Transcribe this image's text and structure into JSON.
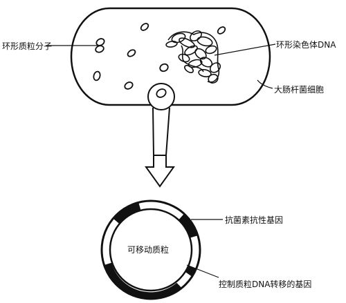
{
  "labels": {
    "plasmid_molecule": "环形质粒分子",
    "chromosome_dna": "环形染色体DNA",
    "ecoli_cell": "大肠杆菌细胞",
    "antibiotic_gene": "抗菌素抗性基因",
    "mobile_plasmid": "可移动质粒",
    "transfer_gene": "控制质粒DNA转移的基因"
  }
}
